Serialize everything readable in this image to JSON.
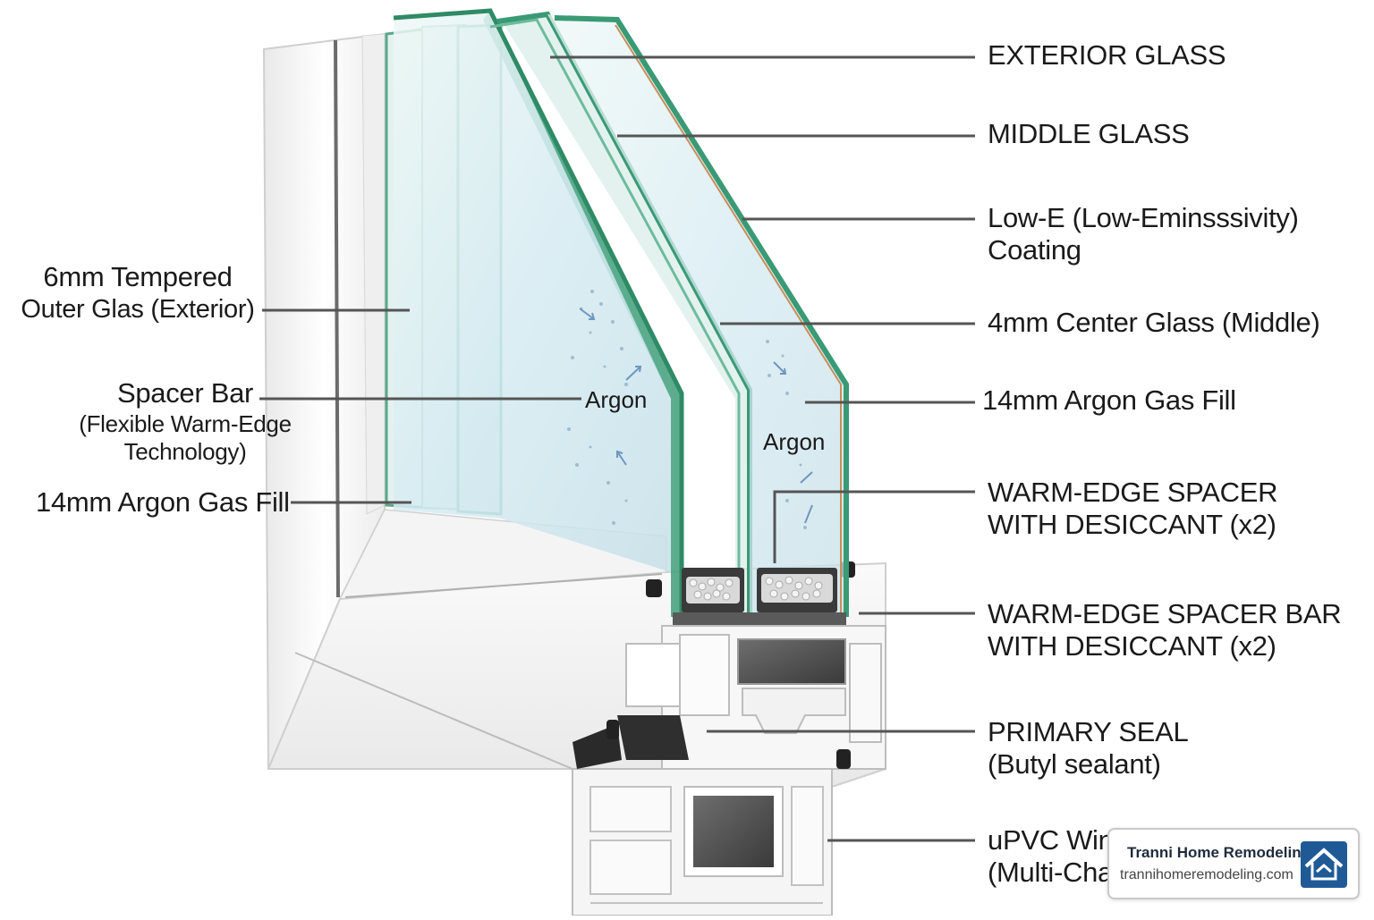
{
  "labels_right": [
    {
      "id": "exterior-glass",
      "lines": [
        "EXTERIOR GLASS"
      ]
    },
    {
      "id": "middle-glass",
      "lines": [
        "MIDDLE GLASS"
      ]
    },
    {
      "id": "low-e-coating",
      "lines": [
        "Low-E (Low-Eminsssivity)",
        "Coating"
      ]
    },
    {
      "id": "center-glass",
      "lines": [
        "4mm Center Glass (Middle)"
      ]
    },
    {
      "id": "argon-fill-right",
      "lines": [
        "14mm Argon Gas Fill"
      ]
    },
    {
      "id": "warm-edge-spacer",
      "lines": [
        "WARM-EDGE SPACER",
        "WITH DESICCANT (x2)"
      ]
    },
    {
      "id": "warm-edge-spacer-bar",
      "lines": [
        "WARM-EDGE SPACER BAR",
        "WITH DESICCANT (x2)"
      ]
    },
    {
      "id": "primary-seal",
      "lines": [
        "PRIMARY SEAL",
        "(Butyl sealant)"
      ]
    },
    {
      "id": "upvc-frame",
      "lines": [
        "uPVC Win",
        "(Multi-Cha"
      ]
    }
  ],
  "labels_left": [
    {
      "id": "outer-glass",
      "lines": [
        "6mm Tempered",
        "Outer Glas (Exterior)"
      ]
    },
    {
      "id": "spacer-bar",
      "lines": [
        "Spacer Bar",
        "(Flexible Warm-Edge",
        "Technology)"
      ]
    },
    {
      "id": "argon-fill-left",
      "lines": [
        "14mm Argon Gas Fill"
      ]
    }
  ],
  "gas_labels": [
    "Argon",
    "Argon"
  ],
  "brand": {
    "name": "Tranni Home Remodeling",
    "url": "trannihomeremodeling.com",
    "logo_icon": "house-icon",
    "logo_color": "#1f5a96"
  },
  "colors": {
    "glass_edge": "#3f9f7a",
    "glass_fill": "#dcefed",
    "frame": "#f2f2f2",
    "frame_shadow": "#c9c9c9",
    "leader": "#555555",
    "gasket": "#222222"
  }
}
